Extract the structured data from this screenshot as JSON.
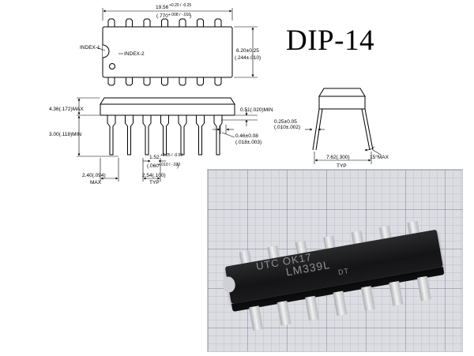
{
  "title": "DIP-14",
  "photo": {
    "marking": {
      "line1": "UTC OK17",
      "line2": "LM339L",
      "line3": "DT"
    }
  },
  "dimensions": {
    "overall_length": "19.56",
    "overall_length_tol": "+0.20 / -0.25",
    "overall_length_in": "(.770",
    "overall_length_in_tol": "+.008 / -.010",
    "overall_length_in_close": ")",
    "index1": "INDEX-1",
    "index2": "INDEX-2",
    "body_width": "6.20±0.25",
    "body_width_in": "(.244±.010)",
    "height_max": "4.36(.172)MAX",
    "lead_length_min": "3.00(.118)MIN",
    "standoff_min": "0.51(.020)MIN",
    "lead_width": "0.46±0.08",
    "lead_width_in": "(.018±.003)",
    "lead_shoulder": "1.52",
    "lead_shoulder_tol": "+0.25 / -0.50",
    "lead_shoulder_in": "(.060",
    "lead_shoulder_in_tol": "+.010 / -.020",
    "lead_shoulder_in_close": ")",
    "end_spacing": "2.40(.094)",
    "end_spacing_note": "MAX",
    "pitch": "2.54(.100)",
    "pitch_note": "TYP",
    "lead_thickness": "0.25±0.05",
    "lead_thickness_in": "(.010±.002)",
    "row_spacing": "7.62(.300)",
    "row_spacing_note": "TYP",
    "angle_max": "15°MAX"
  }
}
